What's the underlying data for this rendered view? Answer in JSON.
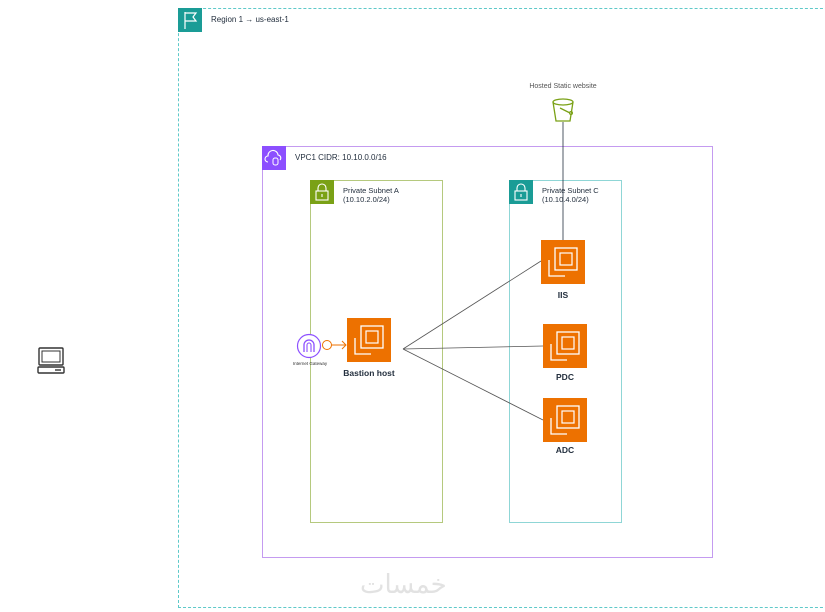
{
  "region": {
    "label": "Region 1 → us-east-1",
    "icon": "flag-icon",
    "color": "#1a9c96"
  },
  "vpc": {
    "label": "VPC1 CIDR: 10.10.0.0/16",
    "icon": "vpc-cloud-icon",
    "color": "#8c4fff"
  },
  "subnets": [
    {
      "name": "Private Subnet A",
      "cidr": "(10.10.2.0/24)",
      "icon": "lock-icon",
      "color": "#7aa116"
    },
    {
      "name": "Private Subnet C",
      "cidr": "(10.10.4.0/24)",
      "icon": "lock-icon",
      "color": "#1a9c96"
    }
  ],
  "s3": {
    "label": "Hosted Static website",
    "icon": "s3-bucket-icon"
  },
  "igw": {
    "label": "Internet Gateway",
    "icon": "internet-gateway-icon"
  },
  "instances": [
    {
      "label": "Bastion host",
      "icon": "ec2-instance-icon"
    },
    {
      "label": "IIS",
      "icon": "ec2-instance-icon"
    },
    {
      "label": "PDC",
      "icon": "ec2-instance-icon"
    },
    {
      "label": "ADC",
      "icon": "ec2-instance-icon"
    }
  ],
  "client": {
    "icon": "laptop-icon"
  },
  "watermark": "خمسات",
  "edges": [
    {
      "from": "Bastion host",
      "to": "IIS"
    },
    {
      "from": "Bastion host",
      "to": "PDC"
    },
    {
      "from": "Bastion host",
      "to": "ADC"
    },
    {
      "from": "Hosted Static website",
      "to": "IIS"
    },
    {
      "from": "Internet Gateway",
      "to": "Bastion host"
    }
  ]
}
